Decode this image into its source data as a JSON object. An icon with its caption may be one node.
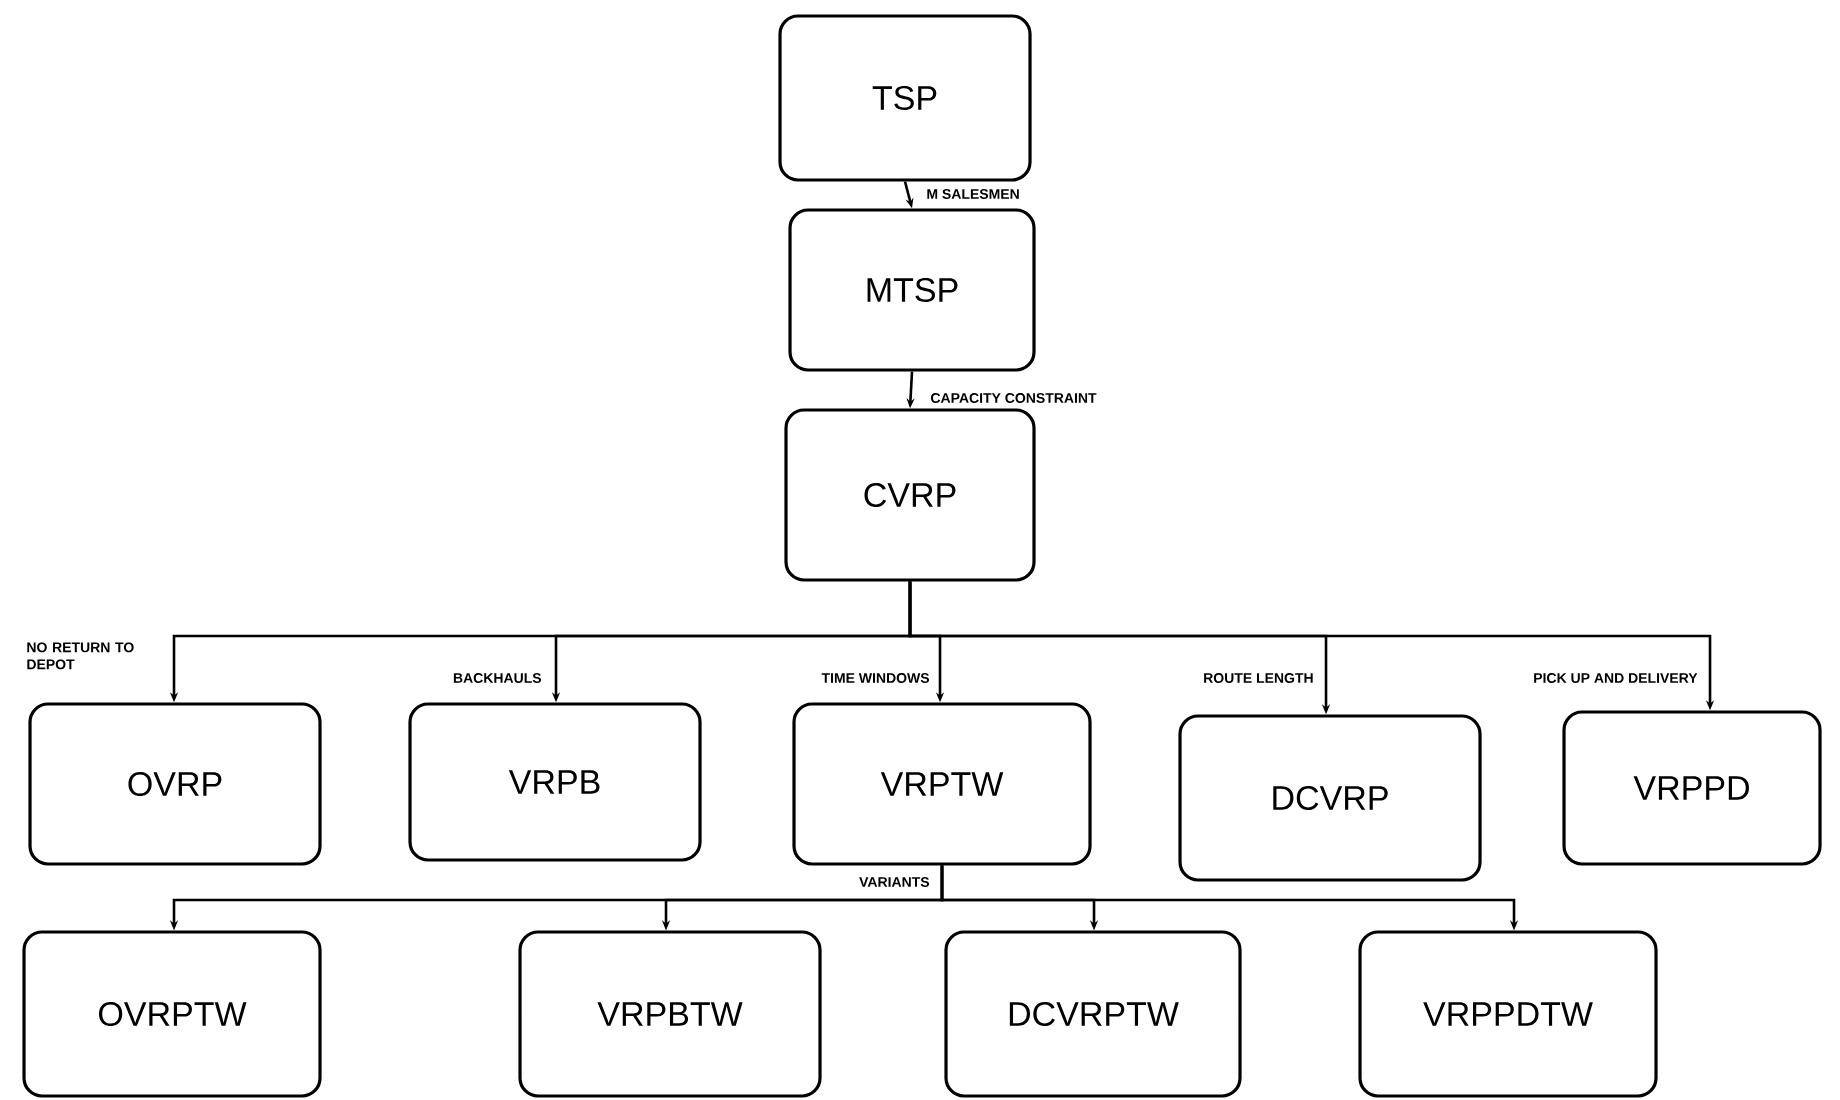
{
  "diagram": {
    "nodes": [
      {
        "text": [
          "TSP"
        ]
      },
      {
        "text": [
          "MTSP"
        ]
      },
      {
        "text": [
          "CVRP"
        ]
      },
      {
        "text": [
          "OVRP"
        ]
      },
      {
        "text": [
          "VRPB"
        ]
      },
      {
        "text": [
          "VRPTW"
        ]
      },
      {
        "text": [
          "DCVRP"
        ]
      },
      {
        "text": [
          "VRPPD"
        ]
      },
      {
        "text": [
          "OVRPTW"
        ]
      },
      {
        "text": [
          "VRPBTW"
        ]
      },
      {
        "text": [
          "DCVRPTW"
        ]
      },
      {
        "text": [
          "VRPPDTW"
        ]
      }
    ],
    "edges": [
      {
        "from": 0,
        "to": 1,
        "arrow": "to",
        "label": "M SALESMEN"
      },
      {
        "from": 1,
        "to": 2,
        "arrow": "to",
        "label": "CAPACITY CONSTRAINT"
      },
      {
        "from": 2,
        "to": 3,
        "arrow": "to",
        "label": "NO RETURN TO DEPOT"
      },
      {
        "from": 2,
        "to": 4,
        "arrow": "to",
        "label": "BACKHAULS"
      },
      {
        "from": 2,
        "to": 5,
        "arrow": "to",
        "label": "TIME WINDOWS"
      },
      {
        "from": 2,
        "to": 6,
        "arrow": "to",
        "label": "ROUTE LENGTH"
      },
      {
        "from": 2,
        "to": 7,
        "arrow": "to",
        "label": "PICK UP AND DELIVERY"
      },
      {
        "from": 5,
        "to": 8,
        "arrow": "to",
        "label": "VARIANTS"
      },
      {
        "from": 5,
        "to": 9,
        "arrow": "to"
      },
      {
        "from": 5,
        "to": 10,
        "arrow": "to"
      },
      {
        "from": 5,
        "to": 11,
        "arrow": "to"
      }
    ]
  }
}
